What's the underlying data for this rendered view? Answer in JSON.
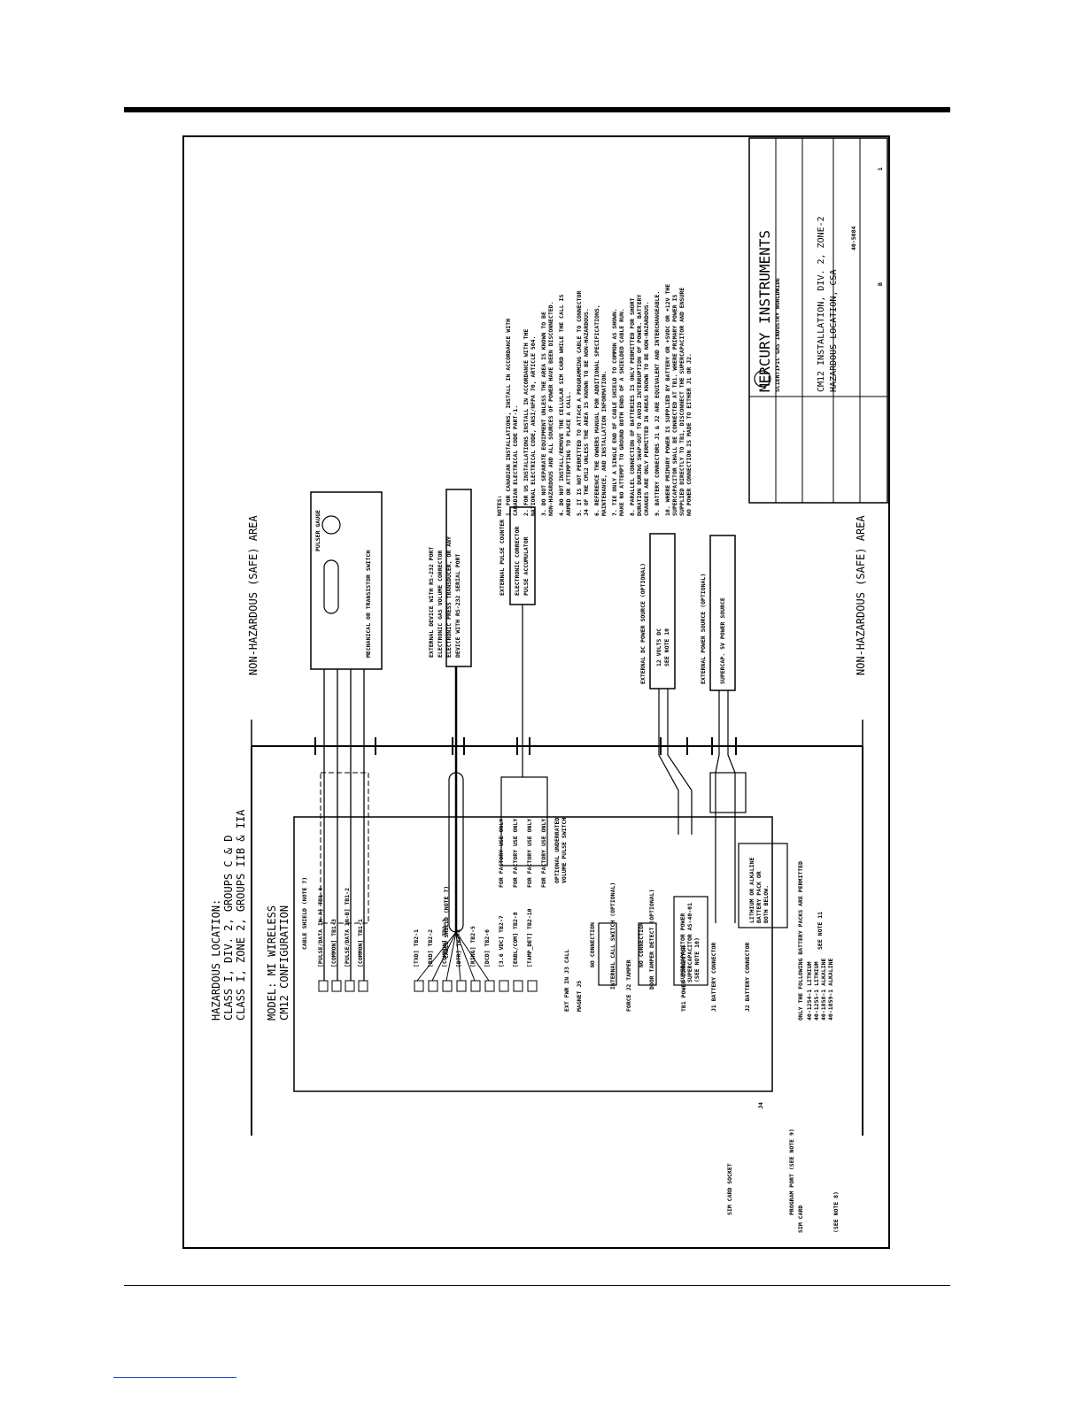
{
  "page": {
    "top_rule": true,
    "bottom_rule": true
  },
  "drawing": {
    "hazardous_label": {
      "line1": "HAZARDOUS LOCATION:",
      "line2": "CLASS I, DIV. 2, GROUPS C & D",
      "line3": "CLASS I, ZONE 2, GROUPS IIB & IIA"
    },
    "model": {
      "line1": "MODEL: MI WIRELESS",
      "line2": "CM12 CONFIGURATION"
    },
    "non_hazardous_label": "NON-HAZARDOUS (SAFE) AREA",
    "terminals_group1": [
      "[PULSE/DATA IN-A] TB1-4",
      "[COMMON] TB1-3",
      "[PULSE/DATA IN-B] TB1-2",
      "[COMMON] TB1-1"
    ],
    "terminals_group2": [
      "[TXD] TB2-1",
      "[RXD] TB2-2",
      "[COMMON] TB2-3",
      "[DTR] TB2-4",
      "[RING] TB2-5",
      "[DCD] TB2-6",
      "[3.6 VDC] TB2-7",
      "[ENBL/COM] TB2-8",
      "[TAMP_DET] TB2-10"
    ],
    "factory_use": [
      "FOR FACTORY USE ONLY",
      "FOR FACTORY USE ONLY",
      "FOR FACTORY USE ONLY",
      "FOR FACTORY USE ONLY"
    ],
    "connectors": {
      "call_in": "EXT FWR IN J3 CALL",
      "magnet": "MAGNET J5",
      "force": "FORCE J2 TAMPER",
      "tb1_power": "TB1 POWER CONNECTOR",
      "battery1": "J1 BATTERY CONNECTOR",
      "battery2": "J2 BATTERY CONNECTOR",
      "j4": "J4",
      "program_port": "PROGRAM PORT (SEE NOTE 9)",
      "sim_card_socket": "SIM CARD SOCKET",
      "sim_card": "SIM CARD",
      "see_note_8": "(SEE NOTE 8)"
    },
    "cable_shield_1": "CABLE SHIELD (NOTE 7)",
    "cable_shield_2": "CABLE SHIELD (NOTE 7)",
    "no_connection": "NO CONNECTION",
    "internal_call_switch": "INTERNAL CALL SWITCH (OPTIONAL)",
    "door_tamper": "DOOR TAMPER DETECT (OPTIONAL)",
    "supercapacitor": {
      "line1": "SUPERCAPACITOR POWER",
      "line2": "SUPERCAPACITOR AS-40-01",
      "line3": "(SEE NOTE 10)"
    },
    "optional_switch": {
      "line1": "OPTIONAL UNDERRATED",
      "line2": "VOLUME PULSE SWITCH"
    },
    "lithium": {
      "line1": "LITHIUM OR ALKALINE",
      "line2": "BATTERY PACK OR",
      "line3": "BOTH BELOW."
    },
    "battery_note": {
      "header": "ONLY THE FOLLOWING BATTERY PACKS ARE PERMITTED",
      "lines": [
        "40-1254-1 LITHIUM",
        "40-1255-1 LITHIUM",
        "40-1858-1 ALKALINE",
        "40-1859-1 ALKALINE"
      ],
      "see_note": "SEE NOTE 11"
    },
    "pulser_gauge": {
      "title": "PULSER GAUGE",
      "subtitle": "MECHANICAL OR TRANSISTOR SWITCH"
    },
    "external_device": {
      "line1": "EXTERNAL DEVICE WITH RS-232 PORT",
      "line2": "ELECTRONIC GAS VOLUME CORRECTOR",
      "line3": "ELECTRONIC PRESS TRANSDUCER, OR ANY",
      "line4": "DEVICE WITH RS-232 SERIAL PORT"
    },
    "external_pulse_counter": {
      "line1": "EXTERNAL PULSE COUNTER",
      "line2": "ELECTRONIC CORRECTOR",
      "line3": "PULSE ACCUMULATOR"
    },
    "external_dc_power": {
      "line1": "EXTERNAL DC POWER SOURCE (OPTIONAL)",
      "line2": "12 VOLTS DC",
      "line3": "SEE NOTE 10"
    },
    "external_power": {
      "line1": "EXTERNAL POWER SOURCE (OPTIONAL)",
      "line2": "SUPERCAP. 5V POWER SOURCE"
    },
    "notes_header": "NOTES:",
    "notes": [
      "1. FOR CANADIAN INSTALLATIONS, INSTALL IN ACCORDANCE WITH",
      "   CANADIAN ELECTRICAL CODE PART-1.",
      "2. FOR US INSTALLATIONS INSTALL IN ACCORDANCE WITH THE",
      "   NATIONAL ELECTRICAL CODE, ANSI/NFPA 70, ARTICLE 504.",
      "3. DO NOT SEPARATE EQUIPMENT UNLESS THE AREA IS KNOWN TO BE",
      "   NON-HAZARDOUS AND ALL SOURCES OF POWER HAVE BEEN DISCONNECTED.",
      "4. DO NOT INSTALL/REMOVE THE CELLULAR SIM CARD WHILE THE CALL IS",
      "   ARMED OR ATTEMPTING TO PLACE A CALL.",
      "5. IT IS NOT PERMITTED TO ATTACH A PROGRAMMING CABLE TO CONNECTOR",
      "   J4 OF THE CM12 UNLESS THE AREA IS KNOWN TO BE NON-HAZARDOUS.",
      "6. REFERENCE THE OWNERS MANUAL FOR ADDITIONAL SPECIFICATIONS,",
      "   MAINTENANCE, AND INSTALLATION INFORMATION.",
      "7. TIE ONLY A SINGLE END OF CABLE SHIELD TO COMMON AS SHOWN.",
      "   MAKE NO ATTEMPT TO GROUND BOTH ENDS OF A SHIELDED CABLE RUN.",
      "8. PARALLEL CONNECTION OF BATTERIES IS ONLY PERMITTED FOR SHORT",
      "   DURATION DURING SWAP-OUT TO AVOID INTERRUPTION OF POWER. BATTERY",
      "   CHANGES ARE ONLY PERMITTED IN AREAS KNOWN TO BE NON-HAZARDOUS.",
      "9. BATTERY CONNECTORS J1 & J2 ARE EQUIVALENT AND INTERCHANGEABLE.",
      "10. WHERE PRIMARY POWER IS SUPPLIED BY BATTERY OR +5VDC OR +12V THE",
      "    SUPERCAPACITOR SHALL BE CONNECTED AT TB1. WHERE PRIMARY POWER IS",
      "    SUPPLIED DIRECTLY TO TB1, DISCONNECT THE SUPERCAPACITOR AND ENSURE",
      "    NO POWER CONNECTION IS MADE TO EITHER J1 OR J2."
    ],
    "title_block": {
      "company": "MERCURY INSTRUMENTS",
      "tagline": "SCIENTIFIC GAS INDUSTRY WORLDWIDE",
      "title1": "CM12 INSTALLATION, DIV. 2, ZONE-2",
      "title2": "HAZARDOUS LOCATION, CSA",
      "dwg_no": "40-5084",
      "size": "B",
      "rev": "1"
    }
  }
}
